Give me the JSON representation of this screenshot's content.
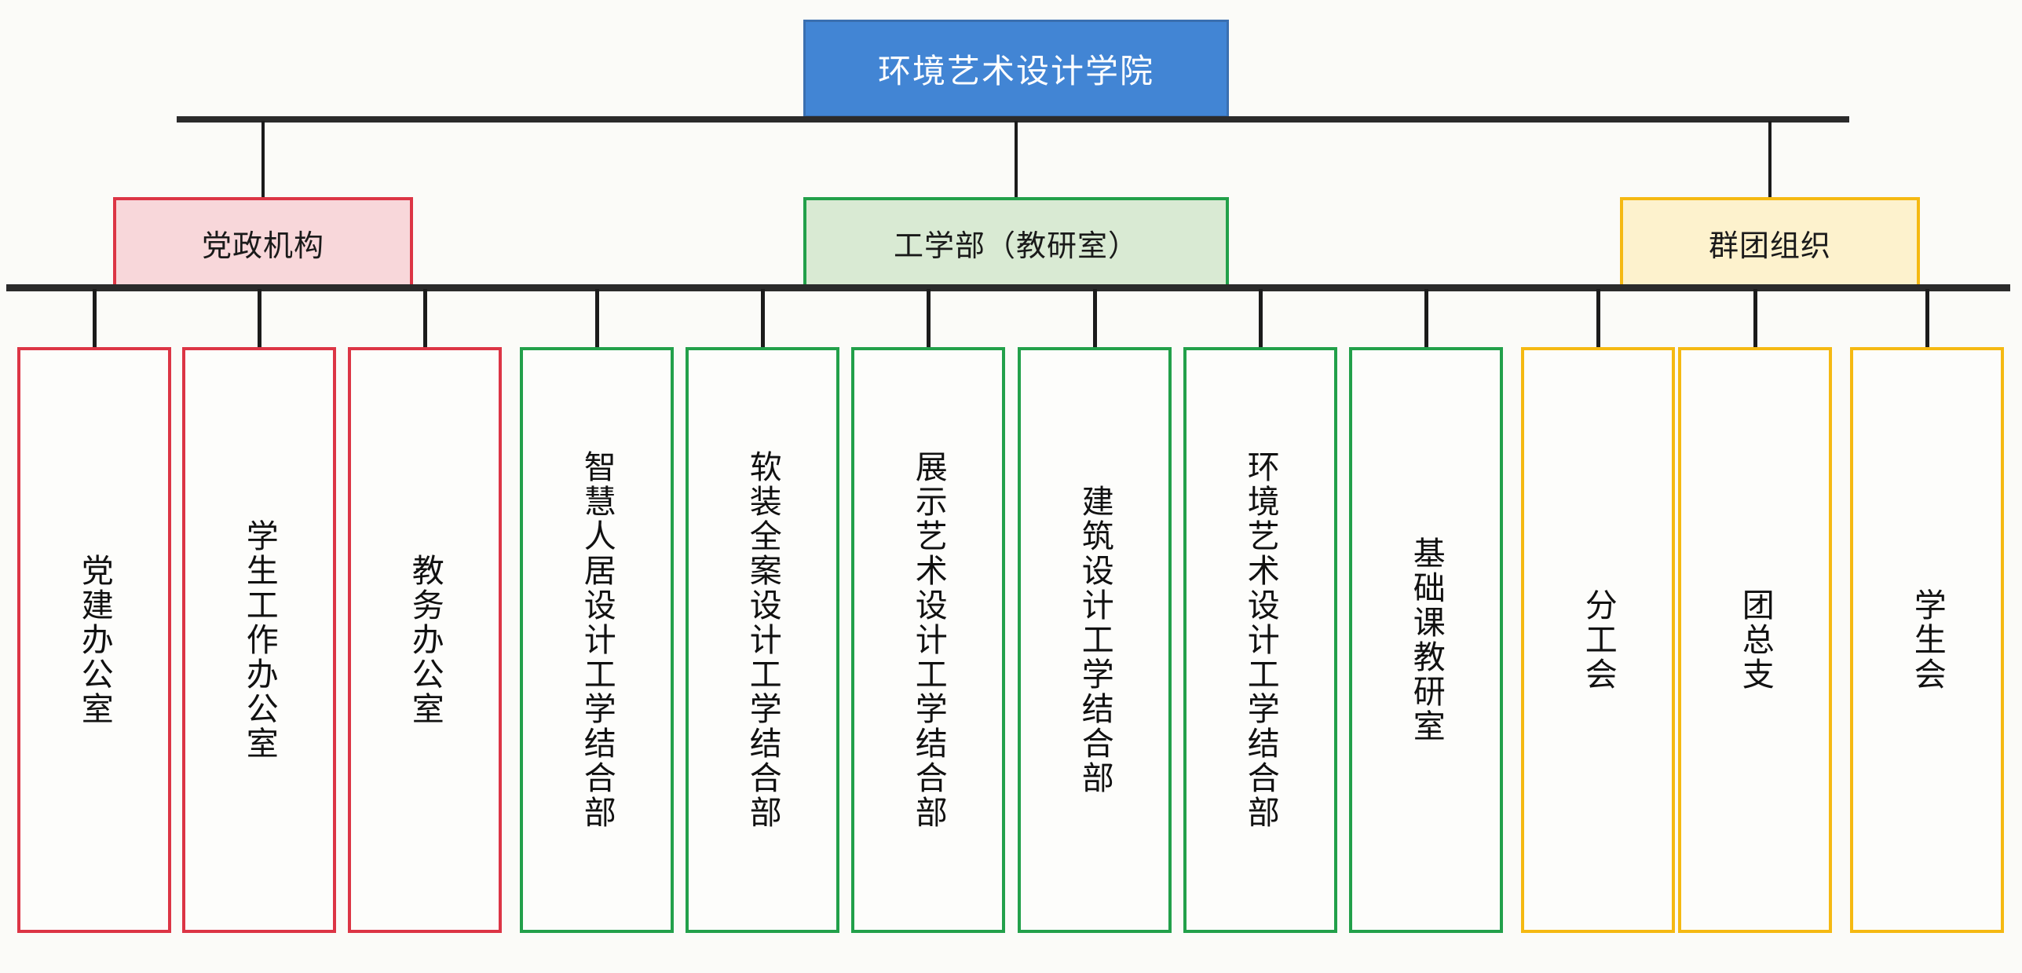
{
  "root": {
    "label": "环境艺术设计学院",
    "fill": "#4285d4",
    "border": "#3a6fb0",
    "text_color": "#ffffff"
  },
  "categories": [
    {
      "key": "red",
      "label": "党政机构",
      "fill": "#f8d7da",
      "border": "#dc3545"
    },
    {
      "key": "green",
      "label": "工学部（教研室）",
      "fill": "#d9ead3",
      "border": "#22a04a"
    },
    {
      "key": "amber",
      "label": "群团组织",
      "fill": "#fdf2cd",
      "border": "#f5b912"
    }
  ],
  "leaves": [
    {
      "label": "党建办公室",
      "category": "red"
    },
    {
      "label": "学生工作办公室",
      "category": "red"
    },
    {
      "label": "教务办公室",
      "category": "red"
    },
    {
      "label": "智慧人居设计工学结合部",
      "category": "green"
    },
    {
      "label": "软装全案设计工学结合部",
      "category": "green"
    },
    {
      "label": "展示艺术设计工学结合部",
      "category": "green"
    },
    {
      "label": "建筑设计工学结合部",
      "category": "green"
    },
    {
      "label": "环境艺术设计工学结合部",
      "category": "green"
    },
    {
      "label": "基础课教研室",
      "category": "green"
    },
    {
      "label": "分工会",
      "category": "amber"
    },
    {
      "label": "团总支",
      "category": "amber"
    },
    {
      "label": "学生会",
      "category": "amber"
    }
  ]
}
